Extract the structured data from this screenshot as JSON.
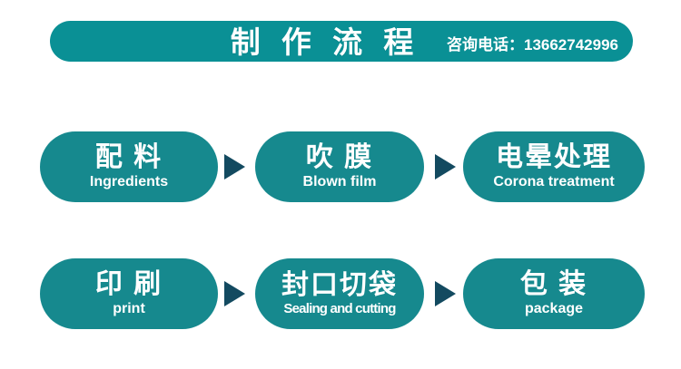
{
  "header": {
    "title": "制 作 流 程",
    "phone": "咨询电话：13662742996",
    "bg_color": "#0a9095",
    "text_color": "#ffffff"
  },
  "flow": {
    "node_color": "#16898e",
    "arrow_color": "#134a60",
    "rows": [
      {
        "nodes": [
          {
            "zh": "配 料",
            "en": "Ingredients"
          },
          {
            "zh": "吹 膜",
            "en": "Blown film"
          },
          {
            "zh": "电晕处理",
            "en": "Corona treatment"
          }
        ]
      },
      {
        "nodes": [
          {
            "zh": "印 刷",
            "en": "print"
          },
          {
            "zh": "封口切袋",
            "en": "Sealing and cutting"
          },
          {
            "zh": "包 装",
            "en": "package"
          }
        ]
      }
    ]
  }
}
